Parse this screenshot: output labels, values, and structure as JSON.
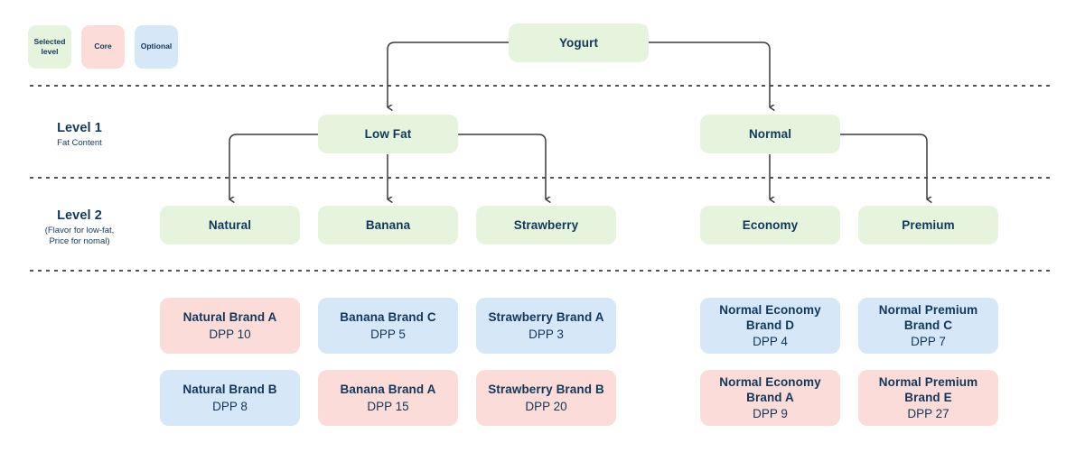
{
  "legend": {
    "items": [
      {
        "label": "Selected level",
        "color": "#e6f4dd",
        "swatch": "green"
      },
      {
        "label": "Core",
        "color": "#fbdcd8",
        "swatch": "pink"
      },
      {
        "label": "Optional",
        "color": "#d6e7f7",
        "swatch": "blue"
      }
    ]
  },
  "levels": [
    {
      "title": "Level 1",
      "subtitle": "Fat Content"
    },
    {
      "title": "Level 2",
      "subtitle": "(Flavor for low-fat,\nPrice for nomal)"
    }
  ],
  "root": {
    "label": "Yogurt",
    "color": "green"
  },
  "level1": [
    {
      "label": "Low Fat",
      "color": "green"
    },
    {
      "label": "Normal",
      "color": "green"
    }
  ],
  "level2": [
    {
      "label": "Natural",
      "color": "green"
    },
    {
      "label": "Banana",
      "color": "green"
    },
    {
      "label": "Strawberry",
      "color": "green"
    },
    {
      "label": "Economy",
      "color": "green"
    },
    {
      "label": "Premium",
      "color": "green"
    }
  ],
  "products_row1": [
    {
      "name": "Natural Brand A",
      "dpp": "DPP 10",
      "color": "pink"
    },
    {
      "name": "Banana Brand C",
      "dpp": "DPP 5",
      "color": "blue"
    },
    {
      "name": "Strawberry Brand A",
      "dpp": "DPP 3",
      "color": "blue"
    },
    {
      "name": "Normal Economy\nBrand D",
      "dpp": "DPP 4",
      "color": "blue"
    },
    {
      "name": "Normal Premium\nBrand C",
      "dpp": "DPP 7",
      "color": "blue"
    }
  ],
  "products_row2": [
    {
      "name": "Natural Brand B",
      "dpp": "DPP 8",
      "color": "blue"
    },
    {
      "name": "Banana Brand A",
      "dpp": "DPP 15",
      "color": "pink"
    },
    {
      "name": "Strawberry Brand B",
      "dpp": "DPP 20",
      "color": "pink"
    },
    {
      "name": "Normal Economy\nBrand A",
      "dpp": "DPP 9",
      "color": "pink"
    },
    {
      "name": "Normal Premium\nBrand E",
      "dpp": "DPP 27",
      "color": "pink"
    }
  ],
  "colors": {
    "selected_level": "#e6f4dd",
    "core": "#fbdcd8",
    "optional": "#d6e7f7",
    "text": "#12375c",
    "connector": "#3a3a3a",
    "divider": "#1a1a1a"
  }
}
